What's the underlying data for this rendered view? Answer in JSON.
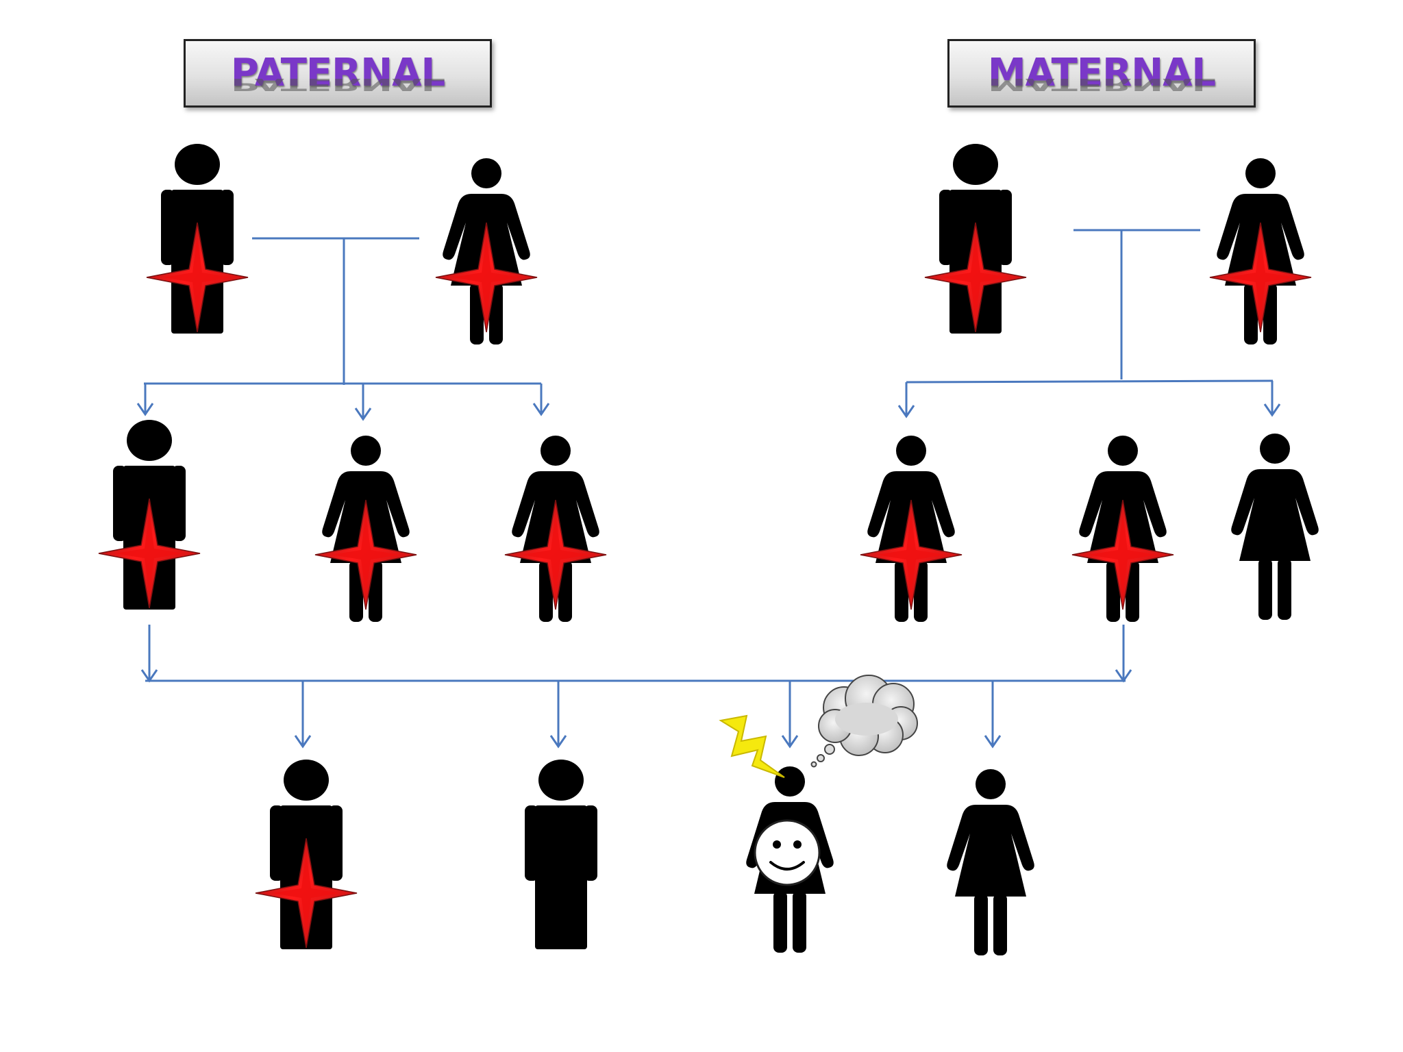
{
  "headers": {
    "paternal": "PATERNAL",
    "maternal": "MATERNAL"
  },
  "colors": {
    "figure": "#000000",
    "line": "#4a78be",
    "mark": "#ee1111",
    "mark_edge": "#7a1010",
    "header_text": "#7a38c8",
    "bolt": "#f5e90e",
    "cloud": "#cccccc"
  },
  "people": [
    {
      "id": "paternal-grandfather",
      "sex": "male",
      "marked": true
    },
    {
      "id": "paternal-grandmother",
      "sex": "female",
      "marked": true
    },
    {
      "id": "maternal-grandfather",
      "sex": "male",
      "marked": true
    },
    {
      "id": "maternal-grandmother",
      "sex": "female",
      "marked": true
    },
    {
      "id": "father",
      "sex": "male",
      "marked": true
    },
    {
      "id": "paternal-aunt-1",
      "sex": "female",
      "marked": true
    },
    {
      "id": "paternal-aunt-2",
      "sex": "female",
      "marked": true
    },
    {
      "id": "maternal-aunt-1",
      "sex": "female",
      "marked": true
    },
    {
      "id": "mother",
      "sex": "female",
      "marked": true
    },
    {
      "id": "maternal-aunt-2",
      "sex": "female",
      "marked": false
    },
    {
      "id": "child-son-1",
      "sex": "male",
      "marked": true
    },
    {
      "id": "child-son-2",
      "sex": "male",
      "marked": false
    },
    {
      "id": "child-daughter-proband",
      "sex": "female",
      "marked": false,
      "smiley": true,
      "bolt": true,
      "thought_cloud": true
    },
    {
      "id": "child-daughter-2",
      "sex": "female",
      "marked": false
    }
  ],
  "icons": [
    "male-figure-icon",
    "female-figure-icon",
    "red-star-icon",
    "lightning-bolt-icon",
    "thought-cloud-icon",
    "smiley-face-icon"
  ]
}
